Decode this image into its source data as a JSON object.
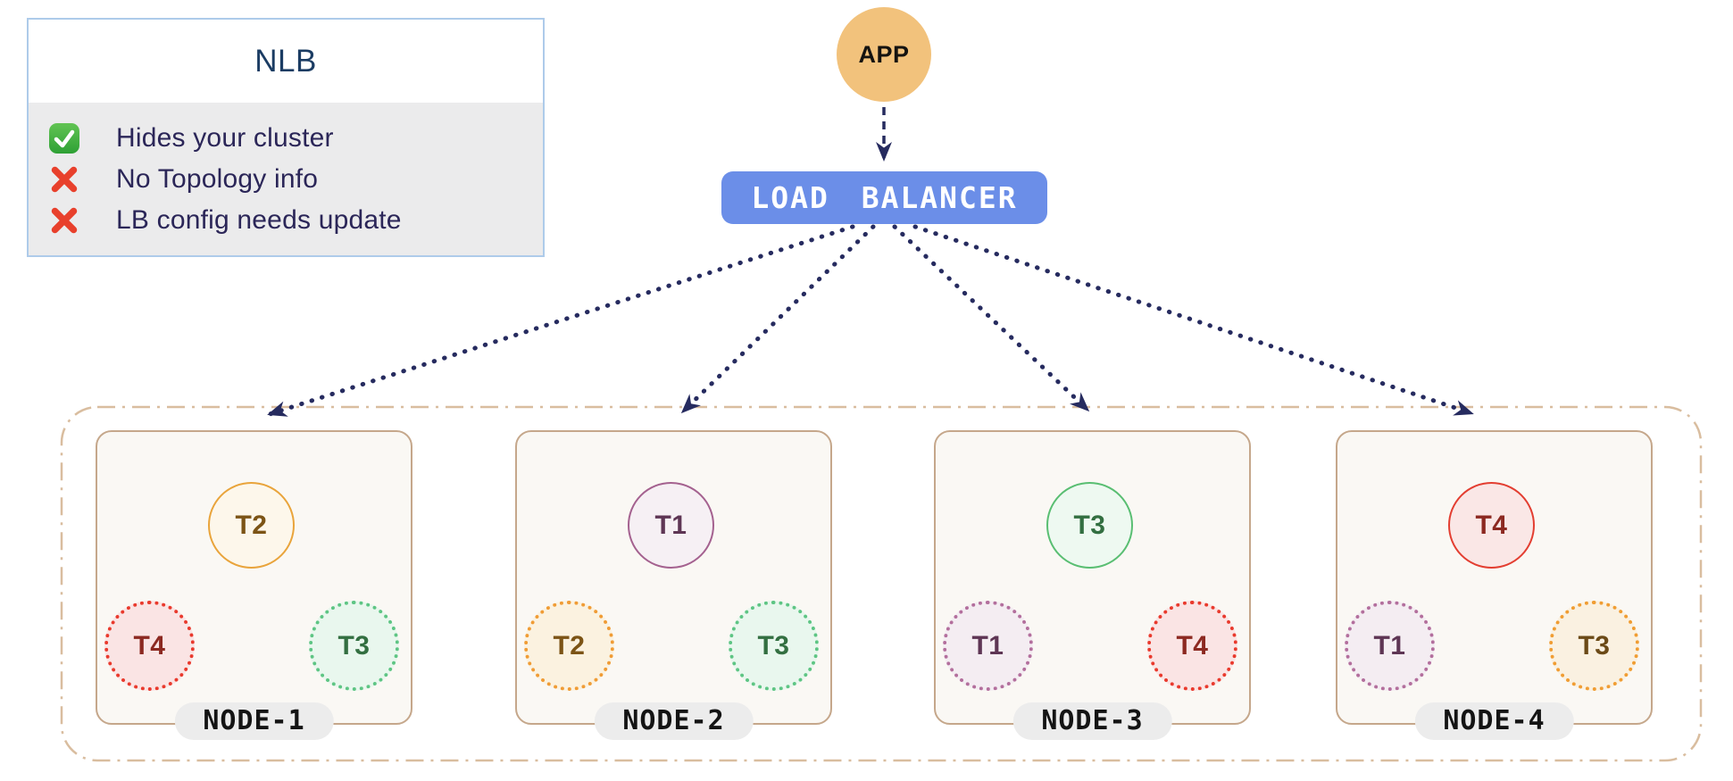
{
  "legend": {
    "title": "NLB",
    "items": [
      {
        "icon": "check-icon",
        "text": "Hides your cluster"
      },
      {
        "icon": "cross-icon",
        "text": "No Topology info"
      },
      {
        "icon": "cross-icon",
        "text": "LB config needs update"
      }
    ]
  },
  "app": {
    "label": "APP",
    "fill": "#F2C27C"
  },
  "load_balancer": {
    "label": "LOAD BALANCER",
    "fill": "#6B8EE8"
  },
  "nodes": [
    {
      "name": "NODE-1",
      "circles": [
        {
          "label": "T2",
          "style": "solid",
          "border": "#E9A43B",
          "fill": "#FDF7EB",
          "text": "#7C5416"
        },
        {
          "label": "T4",
          "style": "dotted",
          "border": "#E93A2D",
          "fill": "#FAE4E4",
          "text": "#8C2921"
        },
        {
          "label": "T3",
          "style": "dotted",
          "border": "#5EC584",
          "fill": "#E9F7EE",
          "text": "#336F41"
        }
      ]
    },
    {
      "name": "NODE-2",
      "circles": [
        {
          "label": "T1",
          "style": "solid",
          "border": "#A4618F",
          "fill": "#F6F0F4",
          "text": "#5E3554"
        },
        {
          "label": "T2",
          "style": "dotted",
          "border": "#F09C35",
          "fill": "#FBF2E0",
          "text": "#7C5416"
        },
        {
          "label": "T3",
          "style": "dotted",
          "border": "#5EC584",
          "fill": "#E9F7EE",
          "text": "#336F41"
        }
      ]
    },
    {
      "name": "NODE-3",
      "circles": [
        {
          "label": "T3",
          "style": "solid",
          "border": "#59BE72",
          "fill": "#EEF9F1",
          "text": "#336F41"
        },
        {
          "label": "T1",
          "style": "dotted",
          "border": "#B36F9D",
          "fill": "#F4EDF2",
          "text": "#5E3554"
        },
        {
          "label": "T4",
          "style": "dotted",
          "border": "#E93A2D",
          "fill": "#FAE4E4",
          "text": "#8C2921"
        }
      ]
    },
    {
      "name": "NODE-4",
      "circles": [
        {
          "label": "T4",
          "style": "solid",
          "border": "#E33E31",
          "fill": "#FAE7E6",
          "text": "#8C2921"
        },
        {
          "label": "T1",
          "style": "dotted",
          "border": "#B36F9D",
          "fill": "#F4EDF2",
          "text": "#5E3554"
        },
        {
          "label": "T3",
          "style": "dotted",
          "border": "#F09D33",
          "fill": "#FAF1E1",
          "text": "#6B4A17"
        }
      ]
    }
  ],
  "colors": {
    "arrow": "#262B5F",
    "cluster_border": "#D9BD9F",
    "node_border": "#C5A78B",
    "node_fill": "#FAF8F4",
    "pill_bg": "#ECECEC",
    "legend_border": "#AECBEA",
    "legend_body_bg": "#EBEBEC",
    "legend_text": "#2B2658",
    "legend_title": "#1B3C63"
  }
}
